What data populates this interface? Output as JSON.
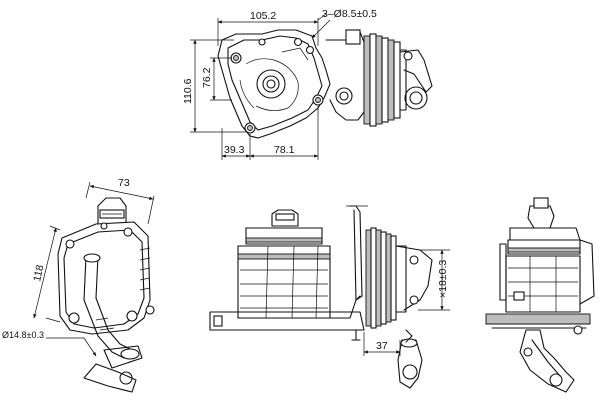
{
  "dimensions": {
    "top_view": {
      "width_overall": "105.2",
      "holes": "3–Ø8.5±0.5",
      "height_overall": "110.6",
      "height_inner": "76.2",
      "offset_left": "39.3",
      "offset_right": "78.1"
    },
    "side_view": {
      "width": "73",
      "height": "118",
      "pipe_diameter": "Ø14.8±0.3"
    },
    "front_view": {
      "bore_diameter": "×18±0.3",
      "offset": "37"
    }
  }
}
